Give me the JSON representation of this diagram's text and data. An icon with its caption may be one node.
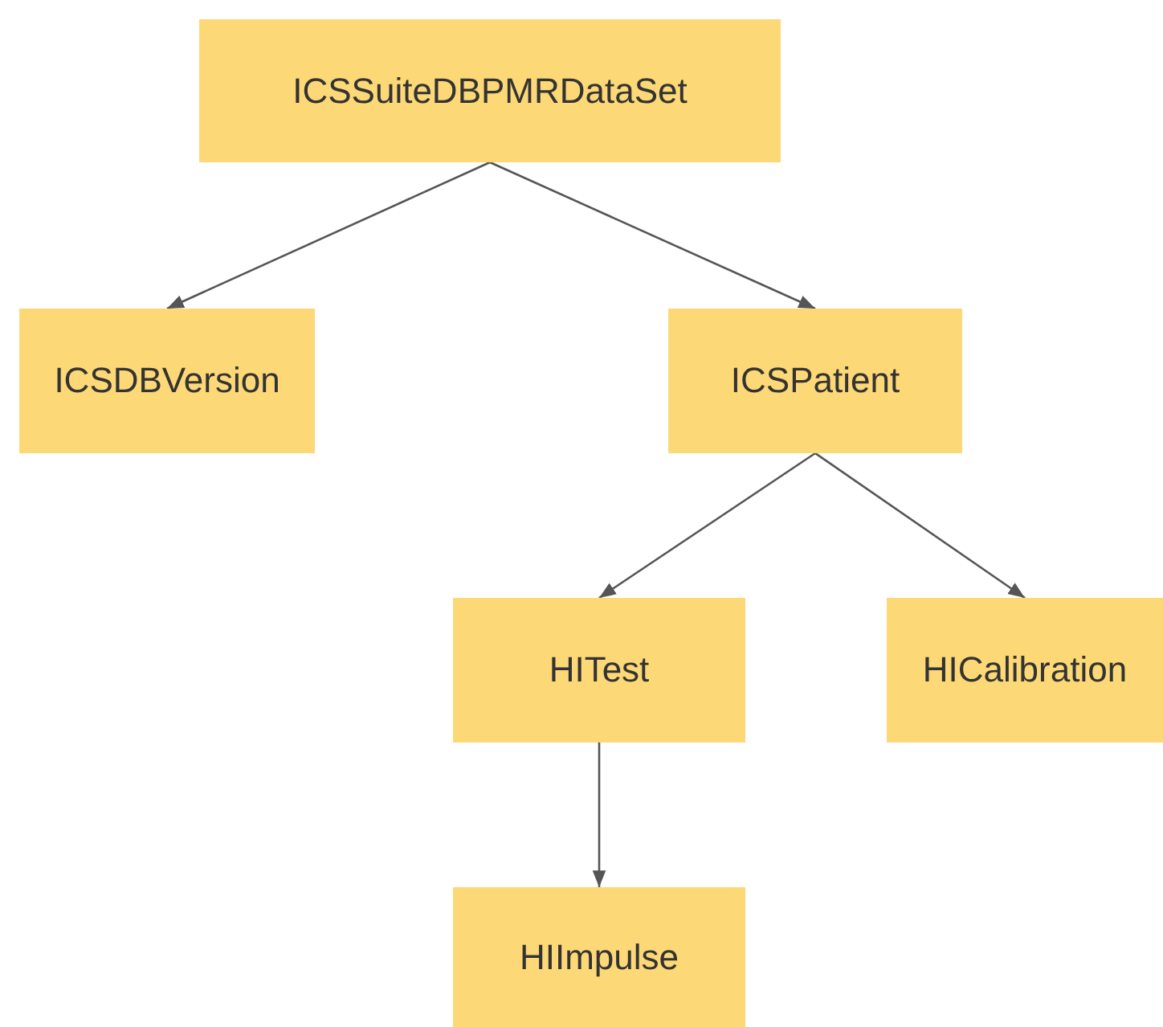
{
  "diagram": {
    "nodes": [
      {
        "text": [
          "ICSSuiteDBPMRDataSet"
        ]
      },
      {
        "text": [
          "ICSDBVersion"
        ]
      },
      {
        "text": [
          "ICSPatient"
        ]
      },
      {
        "text": [
          "HITest"
        ]
      },
      {
        "text": [
          "HICalibration"
        ]
      },
      {
        "text": [
          "HIImpulse"
        ]
      }
    ],
    "edges": [
      {
        "from": 0,
        "to": 1,
        "arrow": "to"
      },
      {
        "from": 0,
        "to": 2,
        "arrow": "to"
      },
      {
        "from": 2,
        "to": 3,
        "arrow": "to"
      },
      {
        "from": 2,
        "to": 4,
        "arrow": "to"
      },
      {
        "from": 3,
        "to": 5,
        "arrow": "to"
      }
    ]
  }
}
